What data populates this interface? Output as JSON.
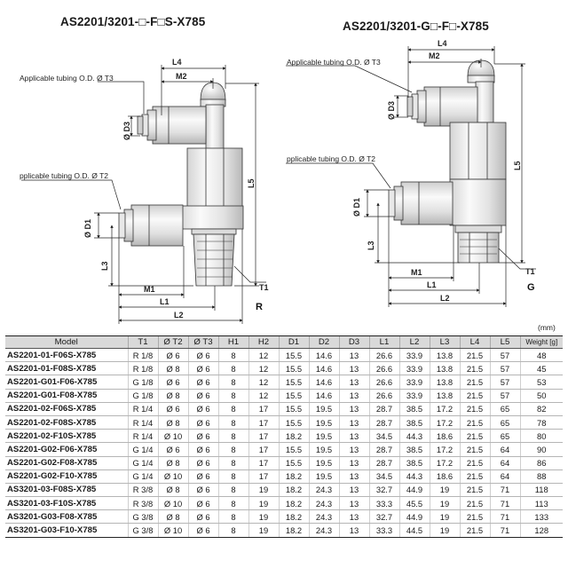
{
  "diagrams": {
    "left": {
      "title": "AS2201/3201-□-F□S-X785",
      "tubing_t3": "Applicable tubing O.D. Ø T3",
      "tubing_t2": "pplicable tubing O.D. Ø T2",
      "dims": {
        "l4": "L4",
        "m2": "M2",
        "d3": "Ø D3",
        "l5": "L5",
        "d1": "Ø D1",
        "l3": "L3",
        "m1": "M1",
        "l1": "L1",
        "l2": "L2",
        "t1": "T1"
      },
      "thread_type": "R"
    },
    "right": {
      "title": "AS2201/3201-G□-F□-X785",
      "tubing_t3": "Applicable tubing O.D. Ø T3",
      "tubing_t2": "pplicable tubing O.D. Ø T2",
      "dims": {
        "l4": "L4",
        "m2": "M2",
        "d3": "Ø D3",
        "l5": "L5",
        "d1": "Ø D1",
        "l3": "L3",
        "m1": "M1",
        "l1": "L1",
        "l2": "L2",
        "t1": "T1"
      },
      "thread_type": "G"
    }
  },
  "table": {
    "unit_note": "(mm)",
    "headers": [
      "Model",
      "T1",
      "Ø T2",
      "Ø T3",
      "H1",
      "H2",
      "D1",
      "D2",
      "D3",
      "L1",
      "L2",
      "L3",
      "L4",
      "L5",
      "Weight [g]"
    ],
    "rows": [
      [
        "AS2201-01-F06S-X785",
        "R 1/8",
        "Ø 6",
        "Ø 6",
        "8",
        "12",
        "15.5",
        "14.6",
        "13",
        "26.6",
        "33.9",
        "13.8",
        "21.5",
        "57",
        "48"
      ],
      [
        "AS2201-01-F08S-X785",
        "R 1/8",
        "Ø 8",
        "Ø 6",
        "8",
        "12",
        "15.5",
        "14.6",
        "13",
        "26.6",
        "33.9",
        "13.8",
        "21.5",
        "57",
        "45"
      ],
      [
        "AS2201-G01-F06-X785",
        "G 1/8",
        "Ø 6",
        "Ø 6",
        "8",
        "12",
        "15.5",
        "14.6",
        "13",
        "26.6",
        "33.9",
        "13.8",
        "21.5",
        "57",
        "53"
      ],
      [
        "AS2201-G01-F08-X785",
        "G 1/8",
        "Ø 8",
        "Ø 6",
        "8",
        "12",
        "15.5",
        "14.6",
        "13",
        "26.6",
        "33.9",
        "13.8",
        "21.5",
        "57",
        "50"
      ],
      [
        "AS2201-02-F06S-X785",
        "R 1/4",
        "Ø 6",
        "Ø 6",
        "8",
        "17",
        "15.5",
        "19.5",
        "13",
        "28.7",
        "38.5",
        "17.2",
        "21.5",
        "65",
        "82"
      ],
      [
        "AS2201-02-F08S-X785",
        "R 1/4",
        "Ø 8",
        "Ø 6",
        "8",
        "17",
        "15.5",
        "19.5",
        "13",
        "28.7",
        "38.5",
        "17.2",
        "21.5",
        "65",
        "78"
      ],
      [
        "AS2201-02-F10S-X785",
        "R 1/4",
        "Ø 10",
        "Ø 6",
        "8",
        "17",
        "18.2",
        "19.5",
        "13",
        "34.5",
        "44.3",
        "18.6",
        "21.5",
        "65",
        "80"
      ],
      [
        "AS2201-G02-F06-X785",
        "G 1/4",
        "Ø 6",
        "Ø 6",
        "8",
        "17",
        "15.5",
        "19.5",
        "13",
        "28.7",
        "38.5",
        "17.2",
        "21.5",
        "64",
        "90"
      ],
      [
        "AS2201-G02-F08-X785",
        "G 1/4",
        "Ø 8",
        "Ø 6",
        "8",
        "17",
        "15.5",
        "19.5",
        "13",
        "28.7",
        "38.5",
        "17.2",
        "21.5",
        "64",
        "86"
      ],
      [
        "AS2201-G02-F10-X785",
        "G 1/4",
        "Ø 10",
        "Ø 6",
        "8",
        "17",
        "18.2",
        "19.5",
        "13",
        "34.5",
        "44.3",
        "18.6",
        "21.5",
        "64",
        "88"
      ],
      [
        "AS3201-03-F08S-X785",
        "R 3/8",
        "Ø 8",
        "Ø 6",
        "8",
        "19",
        "18.2",
        "24.3",
        "13",
        "32.7",
        "44.9",
        "19",
        "21.5",
        "71",
        "118"
      ],
      [
        "AS3201-03-F10S-X785",
        "R 3/8",
        "Ø 10",
        "Ø 6",
        "8",
        "19",
        "18.2",
        "24.3",
        "13",
        "33.3",
        "45.5",
        "19",
        "21.5",
        "71",
        "113"
      ],
      [
        "AS3201-G03-F08-X785",
        "G 3/8",
        "Ø 8",
        "Ø 6",
        "8",
        "19",
        "18.2",
        "24.3",
        "13",
        "32.7",
        "44.9",
        "19",
        "21.5",
        "71",
        "133"
      ],
      [
        "AS3201-G03-F10-X785",
        "G 3/8",
        "Ø 10",
        "Ø 6",
        "8",
        "19",
        "18.2",
        "24.3",
        "13",
        "33.3",
        "44.5",
        "19",
        "21.5",
        "71",
        "128"
      ]
    ]
  }
}
